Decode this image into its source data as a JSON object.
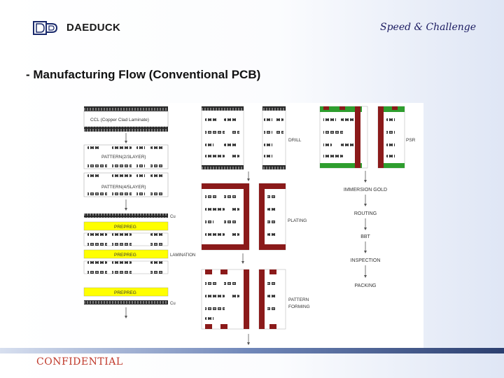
{
  "header": {
    "company": "DAEDUCK",
    "slogan": "Speed & Challenge"
  },
  "slide": {
    "title": "- Manufacturing Flow (Conventional PCB)"
  },
  "diagram": {
    "ccl_label": "CCL (Copper Clad Laminate)",
    "pattern_23": "PATTERN(2/3LAYER)",
    "pattern_45": "PATTERN(4/5LAYER)",
    "cu_top": "Cu",
    "cu_bottom": "Cu",
    "prepreg_1": "PREPREG",
    "prepreg_2": "PREPREG",
    "prepreg_3": "PREPREG",
    "lamination": "LAMINATION",
    "drill": "DRILL",
    "plating": "PLATING",
    "pattern_forming_1": "PATTERN",
    "pattern_forming_2": "FORMING",
    "psr": "PSR",
    "steps": [
      "IMMERSION GOLD",
      "ROUTING",
      "BBT",
      "INSPECTION",
      "PACKING"
    ]
  },
  "footer": {
    "confidential": "CONFIDENTIAL"
  },
  "colors": {
    "prepreg_yellow": "#ffff00",
    "plating_red": "#8b1a1a",
    "psr_green": "#2e9e2e",
    "copper_dark": "#2a2a2a"
  }
}
